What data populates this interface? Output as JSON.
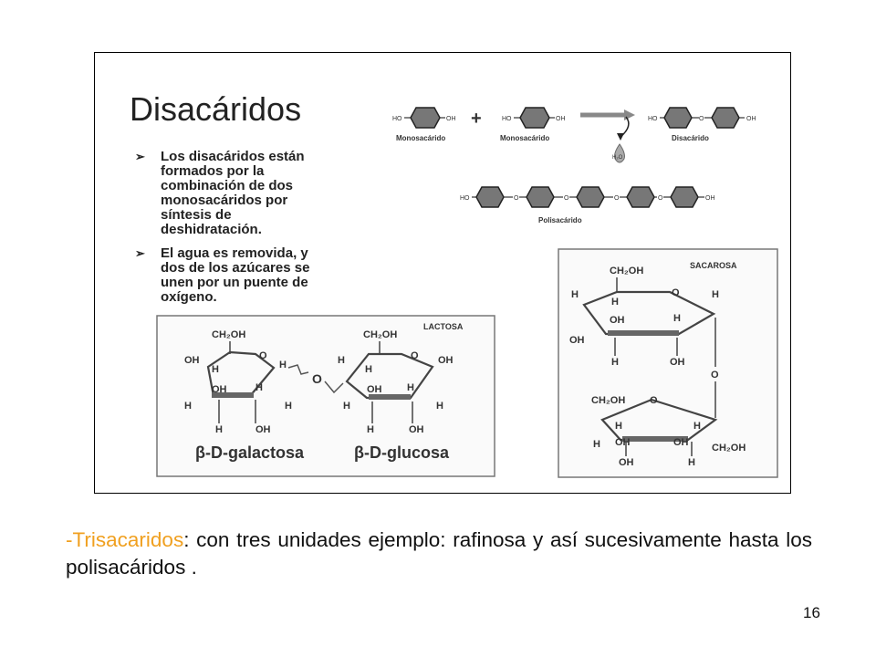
{
  "figure": {
    "title": "Disacáridos",
    "bullets": [
      [
        "Los disacáridos están",
        "formados por la",
        "combinación de dos",
        "monosacáridos por",
        "síntesis de",
        "deshidratación."
      ],
      [
        "El agua es removida, y",
        "dos de los azúcares se",
        "unen por un puente de",
        "oxígeno."
      ]
    ],
    "reaction": {
      "plus": "+",
      "labels": [
        "Monosacárido",
        "Monosacárido",
        "Disacárido",
        "Polisacárido"
      ],
      "water": "H₂O",
      "ho": "HO",
      "oh": "OH",
      "o": "O"
    },
    "lactosa": {
      "label": "LACTOSA",
      "ch2oh": "CH₂OH",
      "bridge": "O",
      "names": [
        "β-D-galactosa",
        "β-D-glucosa"
      ],
      "atoms": {
        "h": "H",
        "oh": "OH",
        "o": "O"
      }
    },
    "sacarosa": {
      "label": "SACAROSA",
      "ch2oh": "CH₂OH",
      "atoms": {
        "h": "H",
        "oh": "OH",
        "o": "O"
      }
    }
  },
  "caption": {
    "highlight": "-Trisacaridos",
    "text": ": con tres unidades ejemplo: rafinosa y así sucesivamente hasta los polisacáridos ."
  },
  "page_number": "16",
  "colors": {
    "highlight": "#f0a020",
    "ring": "#7a7a7a"
  }
}
